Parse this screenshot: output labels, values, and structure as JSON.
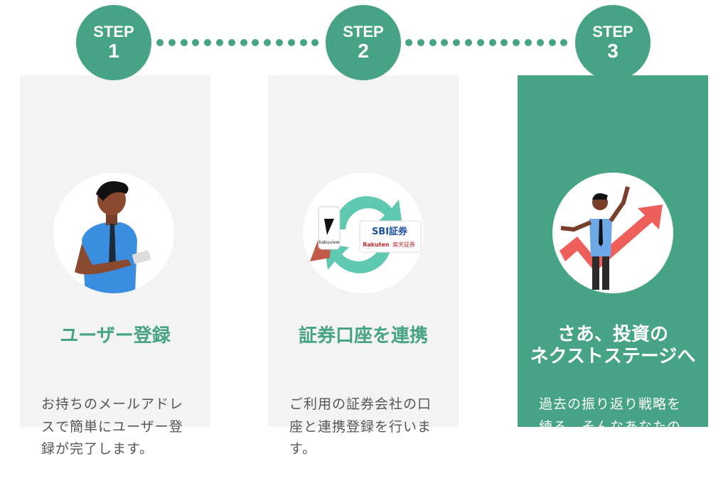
{
  "steps": [
    {
      "label": "STEP",
      "number": "1",
      "title": "ユーザー登録",
      "body": "お持ちのメールアドレスで簡単にユーザー登録が完了します。"
    },
    {
      "label": "STEP",
      "number": "2",
      "title": "証券口座を連携",
      "body": "ご利用の証券会社の口座と連携登録を行います。",
      "logos": {
        "app": "kabuview",
        "sbi": "SBI証券",
        "rakuten_en": "Rakuten",
        "rakuten_jp": "楽天証券"
      }
    },
    {
      "label": "STEP",
      "number": "3",
      "title_line1": "さあ、投資の",
      "title_line2": "ネクストステージへ",
      "body": "過去の振り返り戦略を練る、そんなあなたの心強い武器となります。"
    }
  ],
  "colors": {
    "accent": "#46a385",
    "card": "#f3f3f3"
  }
}
